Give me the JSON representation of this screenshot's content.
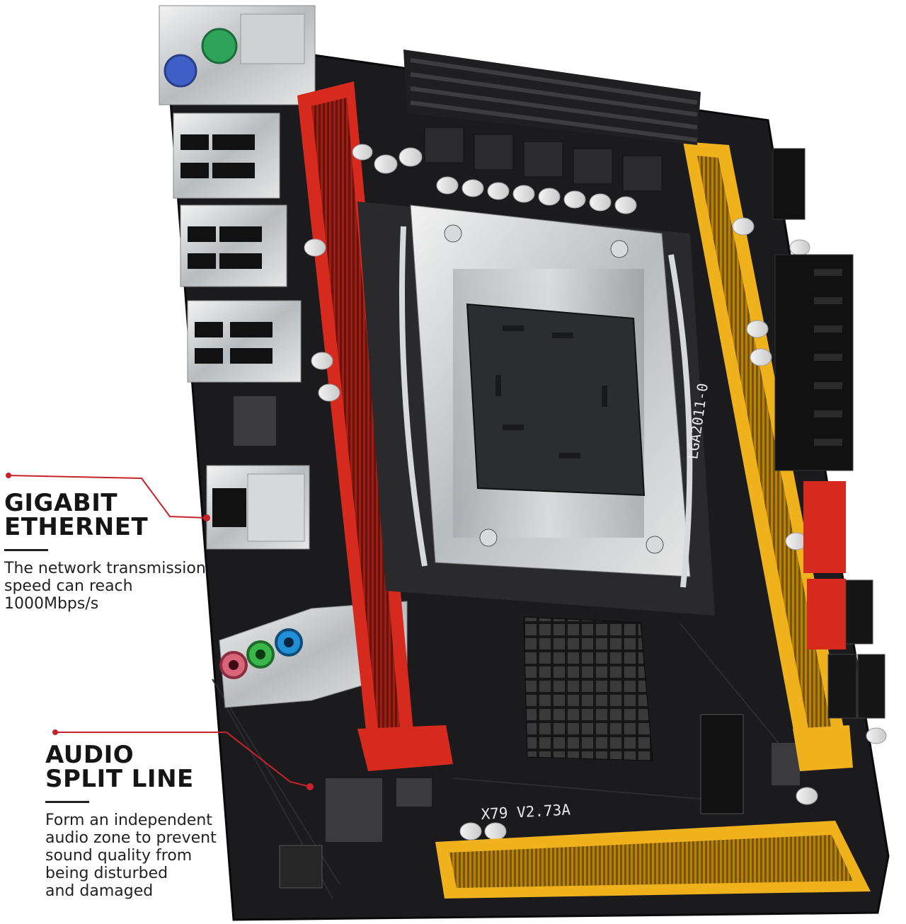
{
  "callouts": {
    "ethernet": {
      "title_line1": "GIGABIT",
      "title_line2": "ETHERNET",
      "desc_line1": "The network transmission",
      "desc_line2": "speed can reach",
      "desc_line3": "1000Mbps/s"
    },
    "audio": {
      "title_line1": "AUDIO",
      "title_line2": "SPLIT LINE",
      "desc_line1": "Form an independent",
      "desc_line2": "audio zone to prevent",
      "desc_line3": "sound quality from",
      "desc_line4": "being disturbed",
      "desc_line5": "and damaged"
    }
  },
  "board": {
    "model_label": "X79  V2.73A",
    "socket_label": "LGA2011-0"
  },
  "colors": {
    "pcb": "#1b1b1d",
    "ram_red": "#d62a1e",
    "ram_yellow": "#f0b21c",
    "callout_red": "#c8232b"
  }
}
